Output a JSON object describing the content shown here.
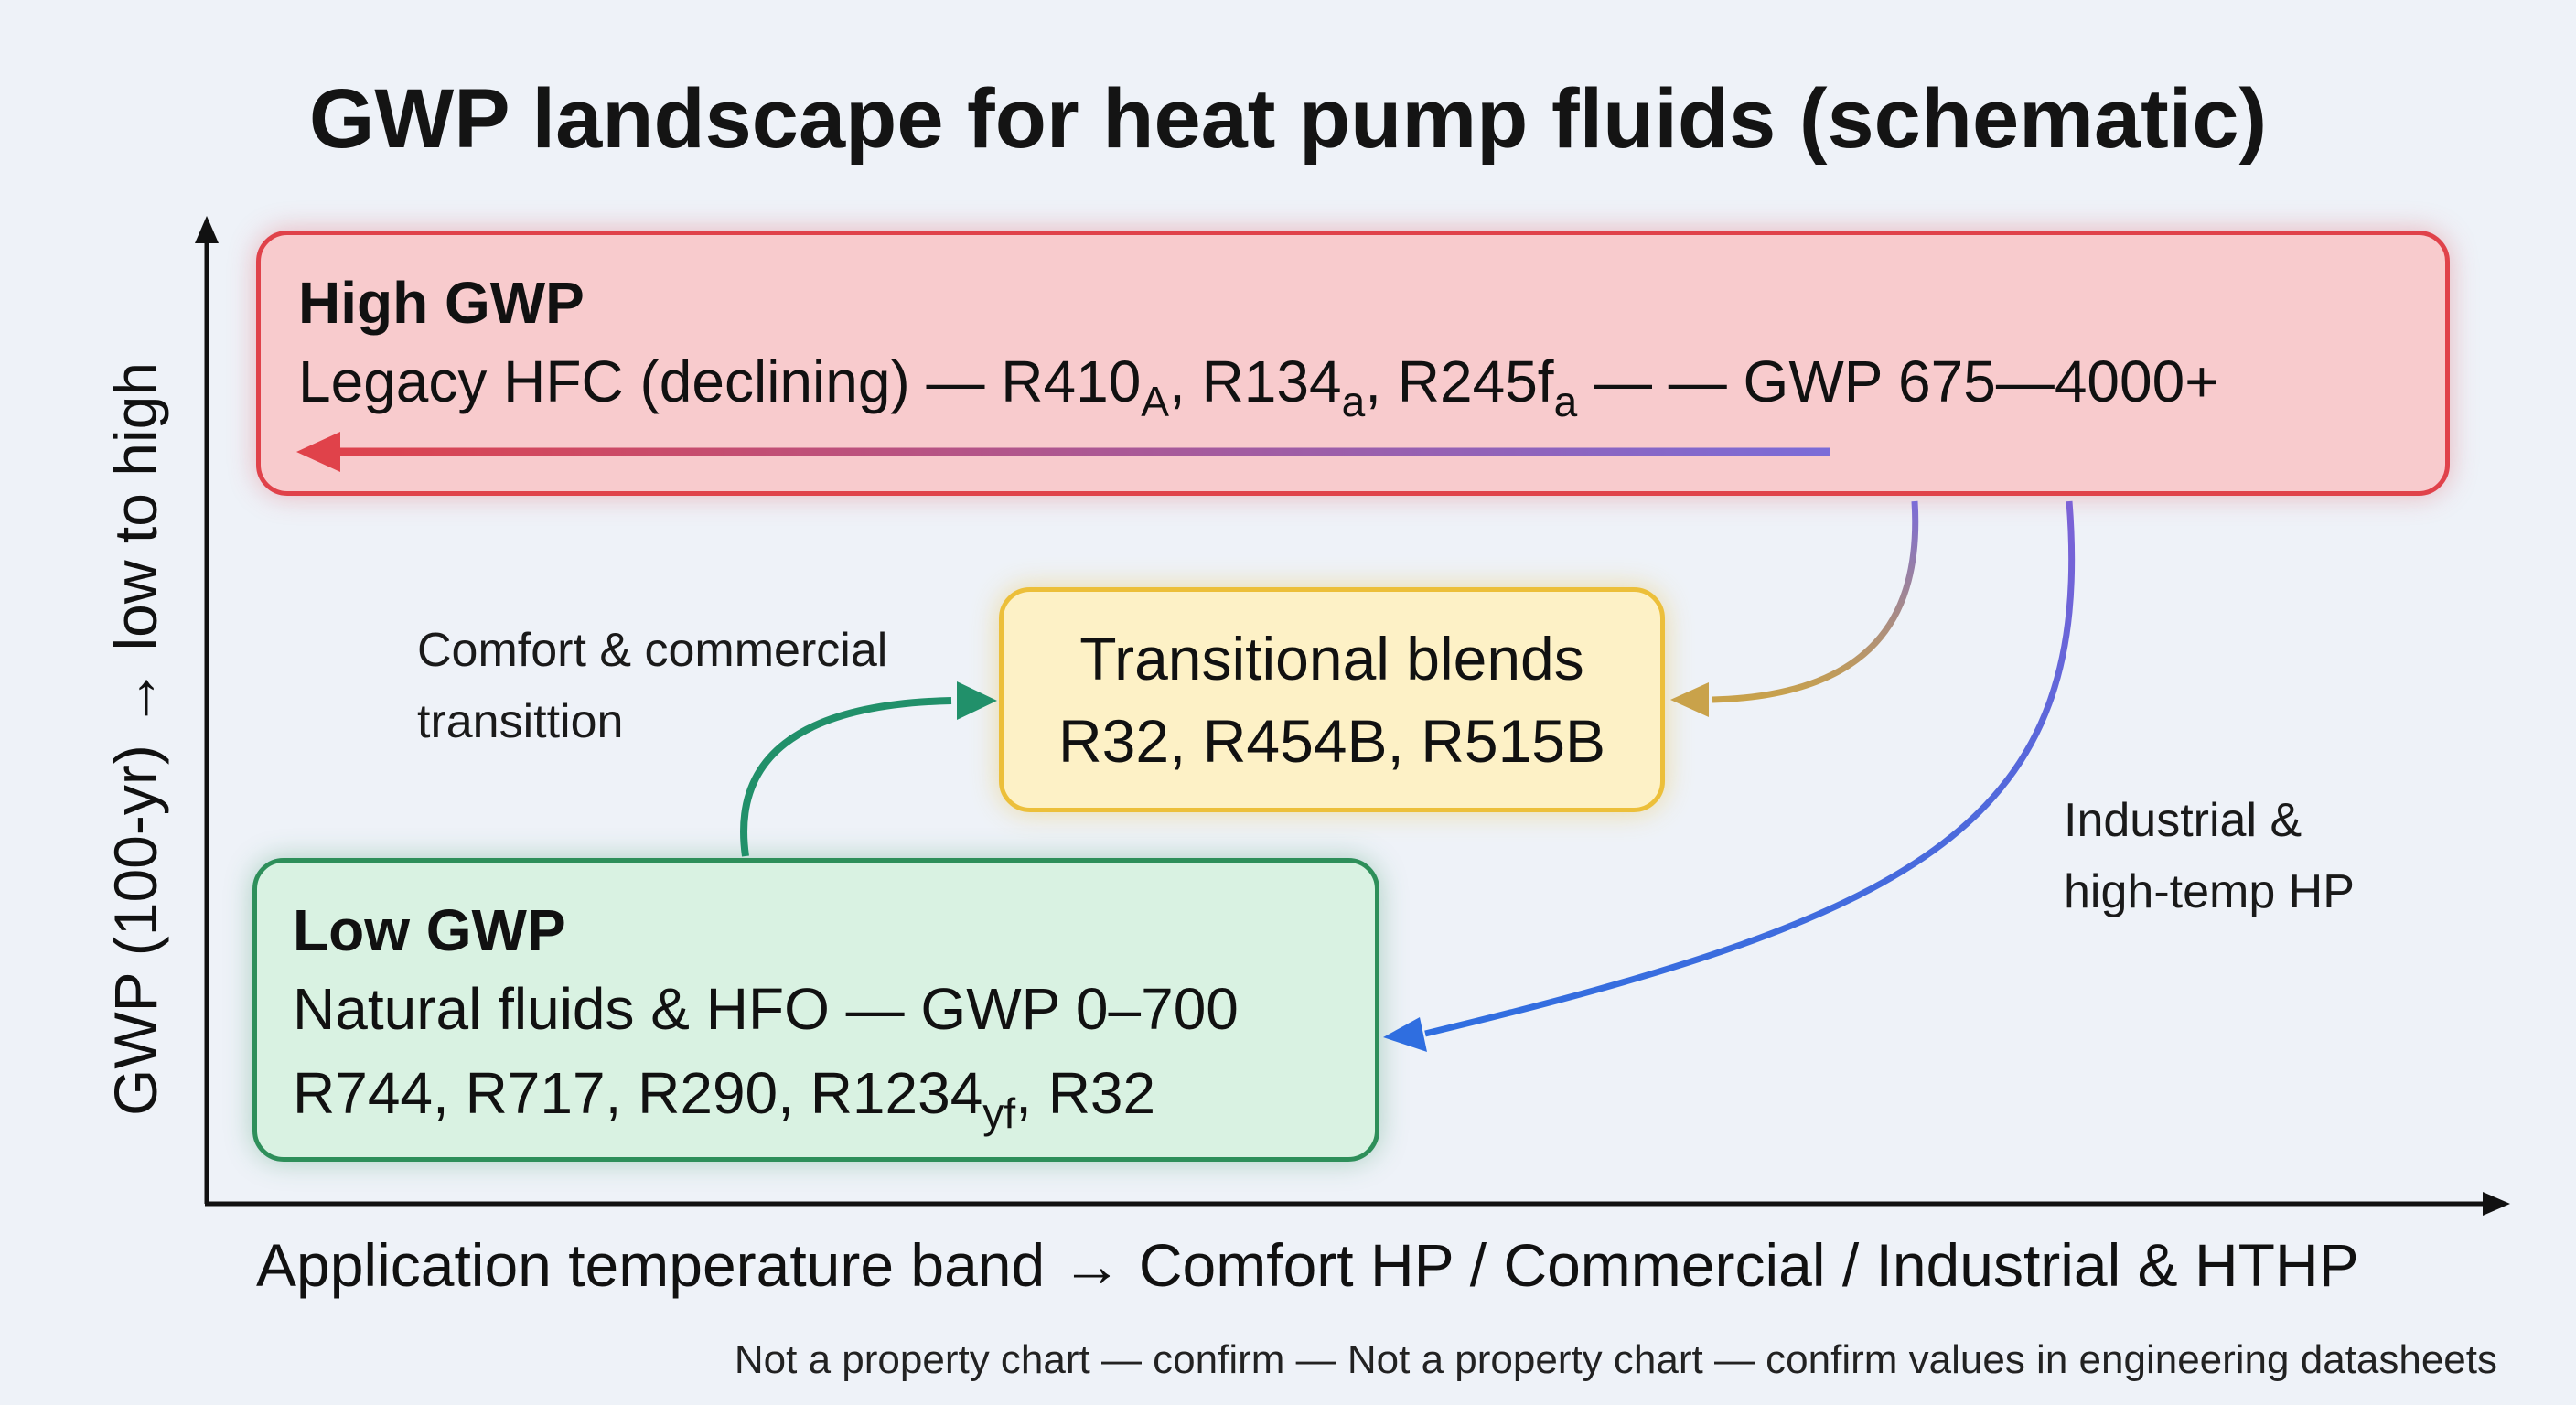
{
  "title": "GWP landscape for heat pump fluids (schematic)",
  "axes": {
    "y_label": "GWP (100-yr) → low to high",
    "x_label": "Application temperature band → Comfort HP / Commercial / Industrial & HTHP"
  },
  "high_gwp": {
    "heading": "High GWP",
    "desc_prefix": "Legacy HFC (declining) — R410",
    "sub1": "A",
    "mid1": ", R134",
    "sub2": "a",
    "mid2": ", R245f",
    "sub3": "a",
    "desc_suffix": " — — GWP 675—4000+"
  },
  "transitional": {
    "line1": "Transitional blends",
    "line2": "R32, R454B, R515B"
  },
  "low_gwp": {
    "heading": "Low GWP",
    "line1": "Natural fluids & HFO — GWP 0–700",
    "line2_prefix": "R744, R717, R290, R1234",
    "line2_sub": "yf",
    "line2_suffix": ", R32"
  },
  "annotations": {
    "comfort_line1": "Comfort & commercial",
    "comfort_line2": "transittion",
    "industrial_line1": "Industrial &",
    "industrial_line2": "high-temp HP"
  },
  "footnote": "Not a property chart — confirm — Not a property chart — confirm values in engineering datasheets",
  "colors": {
    "high": "#e0424a",
    "transitional": "#ecbf3a",
    "low": "#2e8f5a",
    "arrow_blue": "#3b6fe0",
    "arrow_purple": "#7b6cd8"
  }
}
